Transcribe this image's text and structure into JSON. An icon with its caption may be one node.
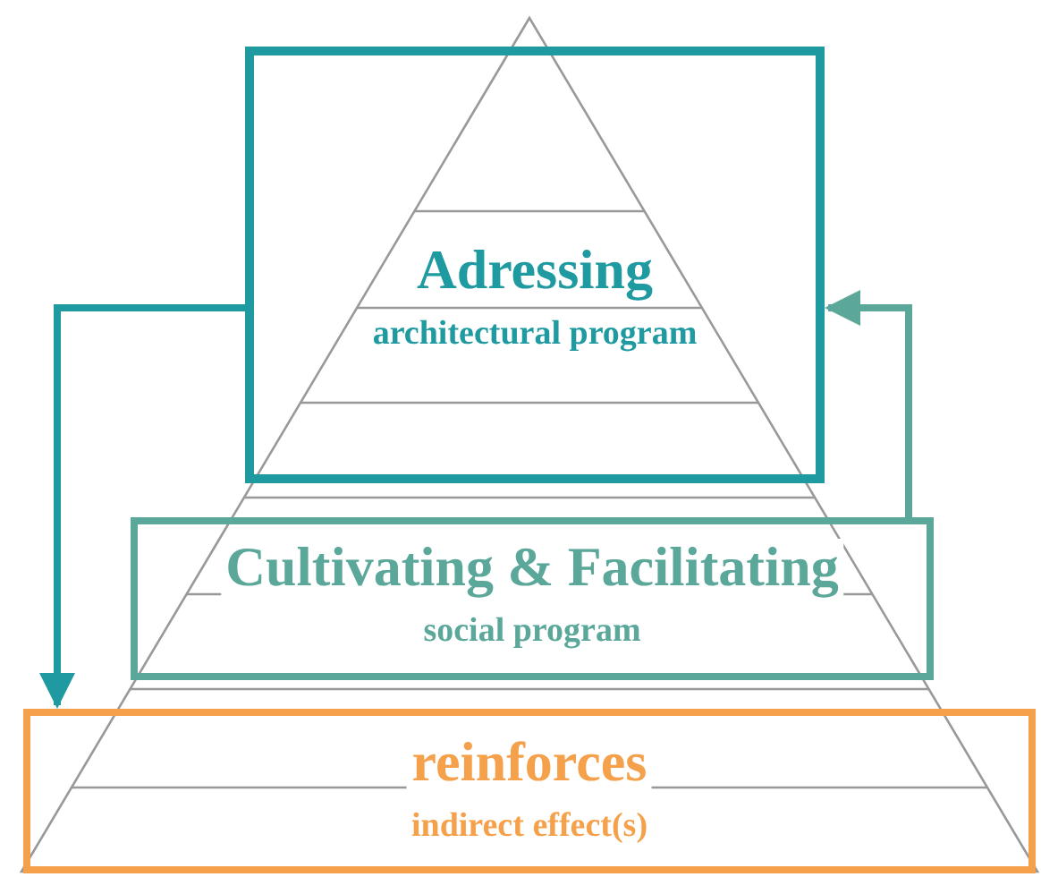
{
  "diagram": {
    "nodes": [
      {
        "text": [
          "Adressing",
          "architectural program"
        ]
      },
      {
        "text": [
          "Cultivating & Facilitating",
          "social program"
        ]
      },
      {
        "text": [
          "reinforces",
          "indirect effect(s)"
        ]
      }
    ],
    "edges": [
      {
        "from": 0,
        "to": 2,
        "arrow": "to",
        "color": "#1e9aa0"
      },
      {
        "from": 1,
        "to": 0,
        "arrow": "to",
        "color": "#5ba89a"
      }
    ]
  }
}
